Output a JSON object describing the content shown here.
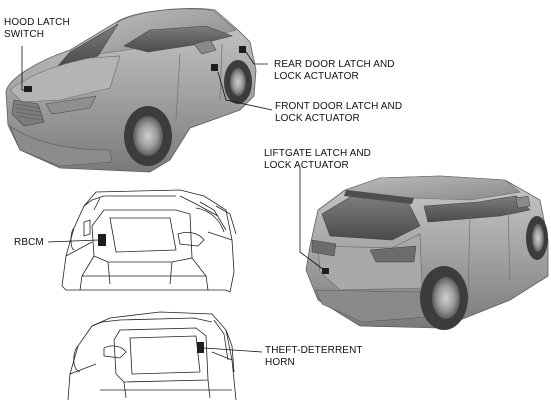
{
  "labels": {
    "hood_latch_switch": [
      "HOOD LATCH",
      "SWITCH"
    ],
    "rear_door_latch": [
      "REAR DOOR LATCH AND",
      "LOCK ACTUATOR"
    ],
    "front_door_latch": [
      "FRONT DOOR LATCH AND",
      "LOCK ACTUATOR"
    ],
    "liftgate_latch": [
      "LIFTGATE LATCH AND",
      "LOCK ACTUATOR"
    ],
    "rbcm": [
      "RBCM"
    ],
    "theft_deterrent_horn": [
      "THEFT-DETERRENT",
      "HORN"
    ]
  },
  "colors": {
    "body": "#9c9c9c",
    "body_dark": "#6f6f6f",
    "body_light": "#c6c6c6",
    "glass": "#555555",
    "tire": "#3f3f3f",
    "line": "#222222",
    "leader": "#111111"
  }
}
